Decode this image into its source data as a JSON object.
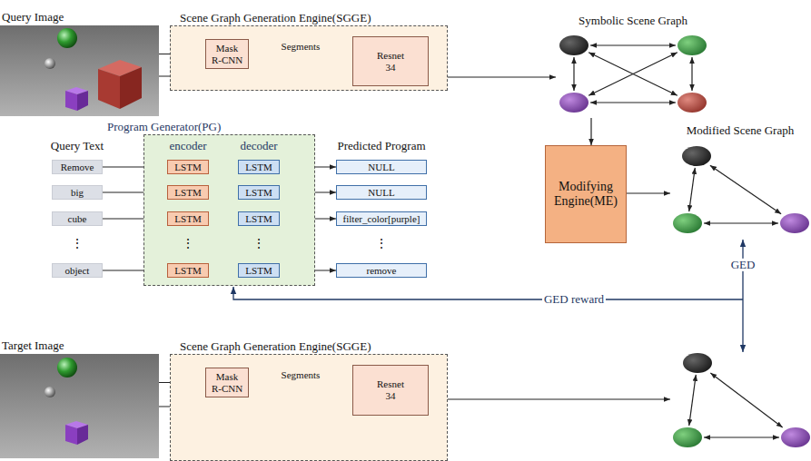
{
  "diagram": {
    "nodes": [
      {
        "text": [
          "Query Image"
        ]
      },
      {
        "text": [
          "Scene Graph Generation Engine(SGGE)"
        ]
      },
      {
        "text": [
          "Mask R-CNN"
        ],
        "in": 1
      },
      {
        "text": [
          "Resnet 34"
        ],
        "in": 1
      },
      {
        "text": [
          "Symbolic Scene Graph"
        ]
      },
      {
        "text": [
          "Remove"
        ]
      },
      {
        "text": [
          "big"
        ]
      },
      {
        "text": [
          "cube"
        ]
      },
      {
        "text": [
          "object"
        ]
      },
      {
        "text": [
          "Program Generator(PG)"
        ]
      },
      {
        "text": [
          "LSTM"
        ],
        "in": 9
      },
      {
        "text": [
          "LSTM"
        ],
        "in": 9
      },
      {
        "text": [
          "LSTM"
        ],
        "in": 9
      },
      {
        "text": [
          "LSTM"
        ],
        "in": 9
      },
      {
        "text": [
          "LSTM"
        ],
        "in": 9
      },
      {
        "text": [
          "LSTM"
        ],
        "in": 9
      },
      {
        "text": [
          "LSTM"
        ],
        "in": 9
      },
      {
        "text": [
          "LSTM"
        ],
        "in": 9
      },
      {
        "text": [
          "NULL"
        ]
      },
      {
        "text": [
          "NULL"
        ]
      },
      {
        "text": [
          "filter_color[purple]"
        ]
      },
      {
        "text": [
          "remove"
        ]
      },
      {
        "text": [
          "Modifying Engine(ME)"
        ]
      },
      {
        "text": [
          "Modified Scene Graph"
        ]
      },
      {
        "text": [
          "Target Image"
        ]
      },
      {
        "text": [
          "Scene Graph Generation Engine(SGGE)"
        ]
      },
      {
        "text": [
          "Mask R-CNN"
        ],
        "in": 25
      },
      {
        "text": [
          "Resnet 34"
        ],
        "in": 25
      }
    ],
    "edges": [
      {
        "from": 0,
        "to": 2,
        "arrow": "to"
      },
      {
        "from": 2,
        "to": 3,
        "label": "Segments",
        "arrow": "to"
      },
      {
        "from": 0,
        "to": 3,
        "arrow": "to"
      },
      {
        "from": 3,
        "to": 4,
        "arrow": "to"
      },
      {
        "from": 4,
        "to": 22,
        "arrow": "to"
      },
      {
        "from": 5,
        "to": 10,
        "arrow": "to"
      },
      {
        "from": 6,
        "to": 11,
        "arrow": "to"
      },
      {
        "from": 7,
        "to": 12,
        "arrow": "to"
      },
      {
        "from": 8,
        "to": 13,
        "arrow": "to"
      },
      {
        "from": 10,
        "to": 11,
        "arrow": "to"
      },
      {
        "from": 11,
        "to": 12,
        "arrow": "to"
      },
      {
        "from": 12,
        "to": 13,
        "arrow": "to"
      },
      {
        "from": 13,
        "to": 17,
        "arrow": "to"
      },
      {
        "from": 17,
        "to": 16,
        "arrow": "to"
      },
      {
        "from": 16,
        "to": 15,
        "arrow": "to"
      },
      {
        "from": 15,
        "to": 14,
        "arrow": "to"
      },
      {
        "from": 14,
        "to": 18,
        "arrow": "to"
      },
      {
        "from": 15,
        "to": 19,
        "arrow": "to"
      },
      {
        "from": 16,
        "to": 20,
        "arrow": "to"
      },
      {
        "from": 17,
        "to": 21,
        "arrow": "to"
      },
      {
        "from": 22,
        "to": 23,
        "arrow": "to"
      },
      {
        "from": 24,
        "to": 26,
        "arrow": "to"
      },
      {
        "from": 26,
        "to": 27,
        "label": "Segments",
        "arrow": "to"
      },
      {
        "from": 24,
        "to": 27,
        "arrow": "to"
      }
    ],
    "labels": [
      "Query Text",
      "encoder",
      "decoder",
      "Predicted Program",
      "⋮",
      "⋮",
      "⋮",
      "⋮",
      "GED",
      "GED reward"
    ]
  }
}
